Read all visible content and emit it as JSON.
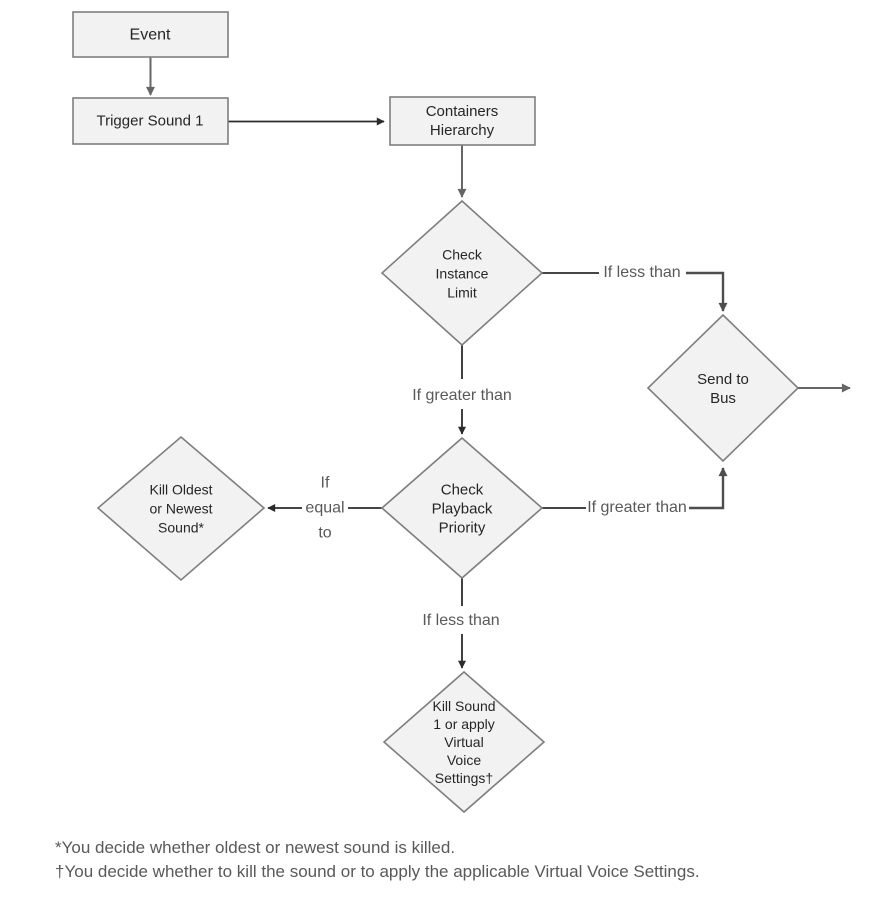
{
  "title": "Sound instance limiting flowchart",
  "nodes": {
    "event": {
      "label": "Event",
      "shape": "rectangle"
    },
    "trigger_sound": {
      "label": "Trigger Sound 1",
      "shape": "rectangle"
    },
    "containers_hierarchy": {
      "label": "Containers\nHierarchy",
      "shape": "rectangle"
    },
    "check_instance_limit": {
      "label": "Check\nInstance\nLimit",
      "shape": "diamond"
    },
    "send_to_bus": {
      "label": "Send to\nBus",
      "shape": "diamond"
    },
    "check_playback_priority": {
      "label": "Check\nPlayback\nPriority",
      "shape": "diamond"
    },
    "kill_oldest_newest": {
      "label": "Kill Oldest\nor Newest\nSound*",
      "shape": "diamond"
    },
    "kill_sound_virtual": {
      "label": "Kill Sound\n1 or apply\nVirtual\nVoice\nSettings†",
      "shape": "diamond"
    }
  },
  "edge_labels": {
    "instance_less_than": "If less than",
    "instance_greater_than": "If greater than",
    "priority_equal_to": "If\nequal\nto",
    "priority_greater_than": "If greater than",
    "priority_less_than": "If less than"
  },
  "footnotes": {
    "asterisk": "*You decide whether oldest or newest sound is killed.",
    "dagger": "†You decide whether to kill the sound or to apply the applicable Virtual Voice Settings."
  },
  "colors": {
    "background": "#ffffff",
    "node_fill": "#f2f2f2",
    "node_border": "#7f7f7f",
    "edge_dark": "#2b2b2b",
    "edge_gray": "#4d4d4d",
    "edge_soft": "#666666",
    "node_text": "#262626",
    "label_text": "#595959"
  }
}
